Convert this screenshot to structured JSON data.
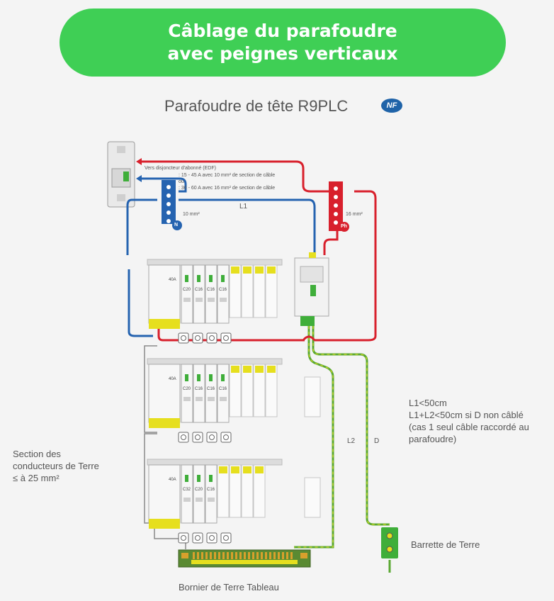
{
  "header": {
    "title_line1": "Câblage du parafoudre",
    "title_line2": "avec peignes verticaux",
    "subtitle": "Parafoudre de tête R9PLC",
    "nf_badge": "NF"
  },
  "top_labels": {
    "to_breaker": "Vers disjoncteur d'abonné (EDF)",
    "range1": ": 15 - 45 A avec 10 mm² de section de câble",
    "or": "ou",
    "range2": ": 30 - 60 A avec 16 mm² de section de câble",
    "n_section": "10 mm²",
    "ph_section": "16 mm²",
    "l1": "L1",
    "n_badge": "N",
    "ph_badge": "Ph"
  },
  "cable_labels": {
    "l2": "L2",
    "d": "D"
  },
  "notes": {
    "line1": "L1<50cm",
    "line2": "L1+L2<50cm si D non câblé",
    "line3": "(cas 1 seul câble raccordé au",
    "line4": "parafoudre)"
  },
  "earth_section": {
    "line1": "Section des",
    "line2": "conducteurs de Terre",
    "line3": "≤ à 25 mm²"
  },
  "earth_bar_label": "Barrette de Terre",
  "earth_terminal_label": "Bornier de Terre Tableau",
  "rows": [
    {
      "main": "40A",
      "breakers": [
        "C20",
        "C16",
        "C16",
        "C16"
      ]
    },
    {
      "main": "40A",
      "breakers": [
        "C20",
        "C16",
        "C16",
        "C16"
      ]
    },
    {
      "main": "40A",
      "breakers": [
        "C32",
        "C20",
        "C16"
      ]
    }
  ],
  "colors": {
    "green": "#3fcf55",
    "red": "#d8202c",
    "blue": "#2563b0",
    "earth": "#5aa832",
    "yellow": "#e6df1e"
  }
}
